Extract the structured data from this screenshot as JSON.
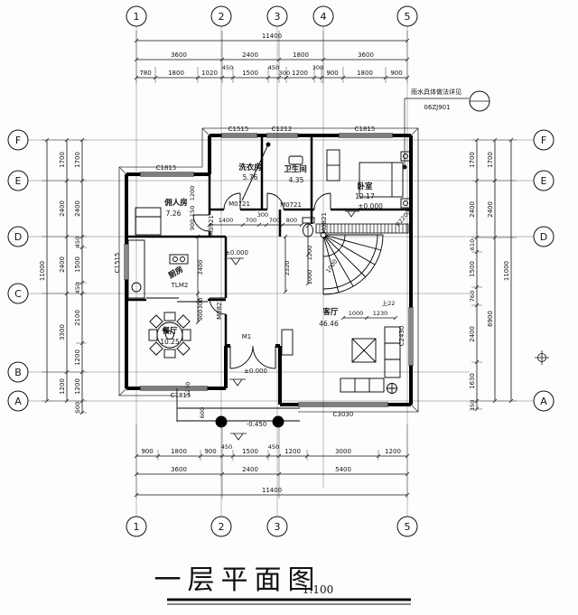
{
  "meta": {
    "title": "一层平面图",
    "scale": "1:100"
  },
  "note": {
    "line1": "雨水具体做法详见",
    "line2": "06ZJ901"
  },
  "axes": {
    "cols": [
      "1",
      "2",
      "3",
      "4",
      "5"
    ],
    "rows": [
      "F",
      "E",
      "D",
      "C",
      "B",
      "A"
    ]
  },
  "dims": {
    "top": {
      "total": "11400",
      "major": [
        "3600",
        "2400",
        "1800",
        "3600"
      ],
      "minor": [
        "780",
        "1800",
        "1020",
        "450",
        "1500",
        "450",
        "300",
        "1200",
        "300",
        "900",
        "1800",
        "900"
      ]
    },
    "bottom": {
      "total": "11400",
      "major": [
        "3600",
        "2400",
        "5400"
      ],
      "minor": [
        "900",
        "1800",
        "900",
        "450",
        "1500",
        "450",
        "1200",
        "3000",
        "1200"
      ]
    },
    "left": {
      "total": "11000",
      "major": [
        "1700",
        "2400",
        "2400",
        "3300",
        "1200"
      ],
      "minor": [
        "1700",
        "2400",
        "450",
        "1500",
        "450",
        "2100",
        "1200",
        "1200",
        "500"
      ]
    },
    "right": {
      "total": "11000",
      "major": [
        "1700",
        "2400",
        "6900"
      ],
      "minor": [
        "1700",
        "2400",
        "610",
        "1500",
        "760",
        "2400",
        "1630",
        "350"
      ]
    },
    "interior": {
      "row": [
        "1400",
        "700",
        "300",
        "700",
        "800"
      ],
      "servant": [
        "1200",
        "150",
        "900"
      ],
      "hall": [
        "2320"
      ],
      "stair": [
        "1200",
        "1000",
        "1000"
      ],
      "kitchen": [
        "2400",
        "300",
        "900"
      ],
      "living": [
        "1000",
        "1230"
      ],
      "misc": [
        "1260",
        "600"
      ]
    }
  },
  "stair": {
    "radius_label": "R2200",
    "up_label": "上22"
  },
  "rooms": {
    "laundry": {
      "name": "洗衣房",
      "area": "5.76"
    },
    "bath": {
      "name": "卫生间",
      "area": "4.35"
    },
    "bedroom": {
      "name": "卧室",
      "area": "12.17",
      "level": "±0.000"
    },
    "servant": {
      "name": "佣人房",
      "area": "7.26"
    },
    "kitchen": {
      "name": "厨房"
    },
    "dining": {
      "name": "餐厅",
      "area": "10.25"
    },
    "living": {
      "name": "客厅",
      "area": "46.46"
    }
  },
  "openings": {
    "c1515_top": "C1515",
    "c1212": "C1212",
    "c1815_bedroom": "C1815",
    "c1815_servant": "C1815",
    "c1515_kitchen": "C1515",
    "c1815_dining": "C1815",
    "c3030": "C3030",
    "c2430": "C2430",
    "m0721_a": "M0721",
    "m0721_b": "M0721",
    "m0921": "M0921",
    "m0821_bedroom": "M0821",
    "m0821_hall": "M0821",
    "m1": "M1",
    "tlm2": "TLM2"
  },
  "levels": {
    "hall": "±0.000",
    "entry": "±0.000",
    "outside": "-0.450"
  }
}
